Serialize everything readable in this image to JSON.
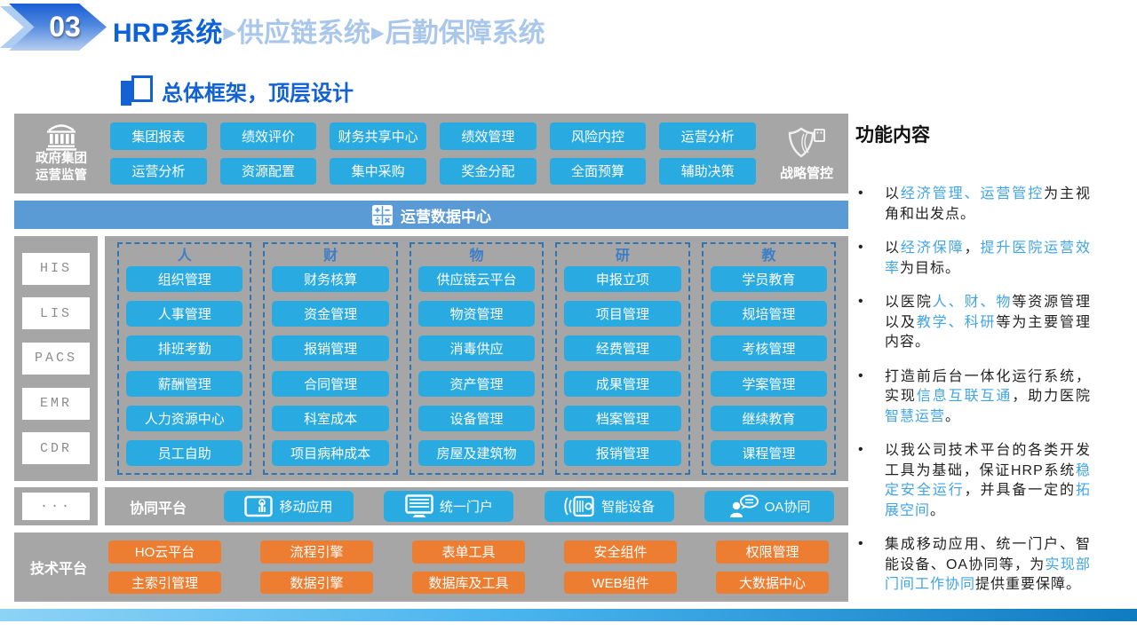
{
  "header": {
    "section_number": "03",
    "title_primary": "HRP系统",
    "separator": "▶",
    "title_secondary": "供应链系统",
    "title_tertiary": "后勤保障系统",
    "subtitle": "总体框架，顶层设计"
  },
  "governance": {
    "label_line1": "政府集团",
    "label_line2": "运营监管",
    "buttons": [
      "集团报表",
      "绩效评价",
      "财务共享中心",
      "绩效管理",
      "风险内控",
      "运营分析",
      "运营分析",
      "资源配置",
      "集中采购",
      "奖金分配",
      "全面预算",
      "辅助决策"
    ],
    "strategy_label": "战略管控"
  },
  "data_center": {
    "label": "运营数据中心"
  },
  "external_systems": {
    "items": [
      "HIS",
      "LIS",
      "PACS",
      "EMR",
      "CDR"
    ],
    "more": "···"
  },
  "domains": {
    "columns": [
      {
        "header": "人",
        "buttons": [
          "组织管理",
          "人事管理",
          "排班考勤",
          "薪酬管理",
          "人力资源中心",
          "员工自助"
        ]
      },
      {
        "header": "财",
        "buttons": [
          "财务核算",
          "资金管理",
          "报销管理",
          "合同管理",
          "科室成本",
          "项目病种成本"
        ]
      },
      {
        "header": "物",
        "buttons": [
          "供应链云平台",
          "物资管理",
          "消毒供应",
          "资产管理",
          "设备管理",
          "房屋及建筑物"
        ]
      },
      {
        "header": "研",
        "buttons": [
          "申报立项",
          "项目管理",
          "经费管理",
          "成果管理",
          "档案管理",
          "报销管理"
        ]
      },
      {
        "header": "教",
        "buttons": [
          "学员教育",
          "规培管理",
          "考核管理",
          "学案管理",
          "继续教育",
          "课程管理"
        ]
      }
    ]
  },
  "collaboration": {
    "label": "协同平台",
    "items": [
      {
        "icon": "tablet-touch-icon",
        "label": "移动应用"
      },
      {
        "icon": "monitor-icon",
        "label": "统一门户"
      },
      {
        "icon": "smart-device-icon",
        "label": "智能设备"
      },
      {
        "icon": "chat-person-icon",
        "label": "OA协同"
      }
    ]
  },
  "tech_platform": {
    "label": "技术平台",
    "buttons": [
      "HO云平台",
      "流程引擎",
      "表单工具",
      "安全组件",
      "权限管理",
      "主索引管理",
      "数据引擎",
      "数据库及工具",
      "WEB组件",
      "大数据中心"
    ]
  },
  "panel": {
    "title": "功能内容",
    "bullets": [
      [
        [
          "以",
          0
        ],
        [
          "经济管理、运营管控",
          1
        ],
        [
          "为主视角和出发点。",
          0
        ]
      ],
      [
        [
          "以",
          0
        ],
        [
          "经济保障",
          1
        ],
        [
          "，",
          0
        ],
        [
          "提升医院运营效率",
          1
        ],
        [
          "为目标。",
          0
        ]
      ],
      [
        [
          "以医院",
          0
        ],
        [
          "人、财、物",
          1
        ],
        [
          "等资源管理以及",
          0
        ],
        [
          "教学、科研",
          1
        ],
        [
          "等为主要管理内容。",
          0
        ]
      ],
      [
        [
          "打造前后台一体化运行系统，实现",
          0
        ],
        [
          "信息互联互通",
          1
        ],
        [
          "，助力医院",
          0
        ],
        [
          "智慧运营",
          1
        ],
        [
          "。",
          0
        ]
      ],
      [
        [
          "以我公司技术平台的各类开发工具为基础，保证HRP系统",
          0
        ],
        [
          "稳定安全运行",
          1
        ],
        [
          "，并具备一定的",
          0
        ],
        [
          "拓展空间",
          1
        ],
        [
          "。",
          0
        ]
      ],
      [
        [
          "集成移动应用、统一门户、智能设备、OA协同等，为",
          0
        ],
        [
          "实现部门间工作协同",
          1
        ],
        [
          "提供重要保障。",
          0
        ]
      ]
    ]
  },
  "colors": {
    "accent_cyan": "#29ABE2",
    "panel_gray": "#A6A6A6",
    "bar_blue": "#5B9BD5",
    "accent_orange": "#ED7D31",
    "highlight_blue": "#41A4E6",
    "title_blue": "#0D62D8",
    "title_light_blue": "#A9C7EA"
  }
}
